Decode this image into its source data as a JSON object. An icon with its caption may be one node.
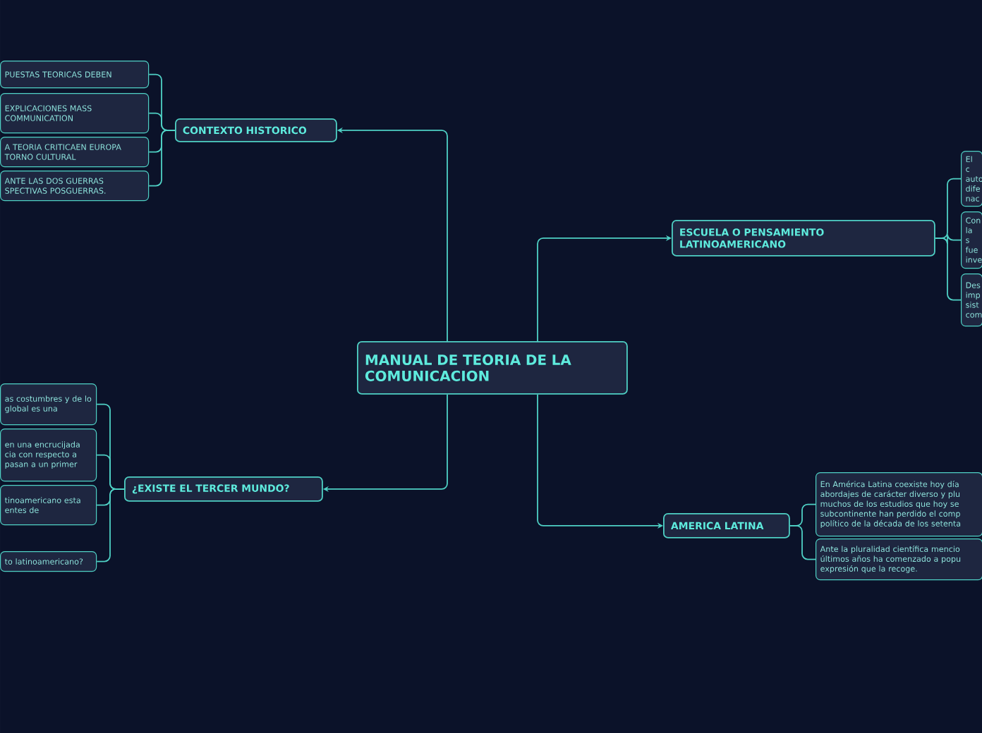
{
  "diagram": {
    "nodes": [
      {
        "text": [
          "MANUAL DE TEORIA DE LA COMUNICACION"
        ]
      },
      {
        "text": [
          "CONTEXTO HISTORICO"
        ]
      },
      {
        "text": [
          "PUESTAS TEORICAS DEBEN"
        ]
      },
      {
        "text": [
          "EXPLICACIONES MASS COMMUNICATION"
        ]
      },
      {
        "text": [
          "A TEORIA CRITICAEN EUROPA TORNO CULTURAL"
        ]
      },
      {
        "text": [
          "ANTE LAS DOS GUERRAS SPECTIVAS POSGUERRAS."
        ]
      },
      {
        "text": [
          "ESCUELA O PENSAMIENTO LATINOAMERICANO"
        ]
      },
      {
        "text": [
          "El c auto dife nac"
        ]
      },
      {
        "text": [
          "Con la s fue inve"
        ]
      },
      {
        "text": [
          "Des imp sist com"
        ]
      },
      {
        "text": [
          "¿EXISTE EL TERCER MUNDO?"
        ]
      },
      {
        "text": [
          "as costumbres y de lo global es una"
        ]
      },
      {
        "text": [
          "en una encrucijada cia con respecto a pasan a un primer"
        ]
      },
      {
        "text": [
          "tinoamericano esta entes de"
        ]
      },
      {
        "text": [
          "to latinoamericano?"
        ]
      },
      {
        "text": [
          "AMERICA LATINA"
        ]
      },
      {
        "text": [
          "En América Latina coexiste hoy día abordajes de carácter diverso y plu muchos de los estudios que hoy se subcontinente han perdido el comp político de la década de los setenta"
        ]
      },
      {
        "text": [
          "Ante la pluralidad científica mencio últimos años ha comenzado a popu expresión que la recoge."
        ]
      }
    ],
    "edges": [
      {
        "from": 0,
        "to": 1,
        "arrow": "to"
      },
      {
        "from": 1,
        "to": 2,
        "arrow": "none"
      },
      {
        "from": 1,
        "to": 3,
        "arrow": "none"
      },
      {
        "from": 1,
        "to": 4,
        "arrow": "none"
      },
      {
        "from": 1,
        "to": 5,
        "arrow": "none"
      },
      {
        "from": 0,
        "to": 6,
        "arrow": "to"
      },
      {
        "from": 6,
        "to": 7,
        "arrow": "none"
      },
      {
        "from": 6,
        "to": 8,
        "arrow": "none"
      },
      {
        "from": 6,
        "to": 9,
        "arrow": "none"
      },
      {
        "from": 0,
        "to": 10,
        "arrow": "to"
      },
      {
        "from": 10,
        "to": 11,
        "arrow": "none"
      },
      {
        "from": 10,
        "to": 12,
        "arrow": "none"
      },
      {
        "from": 10,
        "to": 13,
        "arrow": "none"
      },
      {
        "from": 10,
        "to": 14,
        "arrow": "none"
      },
      {
        "from": 0,
        "to": 15,
        "arrow": "to"
      },
      {
        "from": 15,
        "to": 16,
        "arrow": "none"
      },
      {
        "from": 15,
        "to": 17,
        "arrow": "none"
      }
    ]
  }
}
